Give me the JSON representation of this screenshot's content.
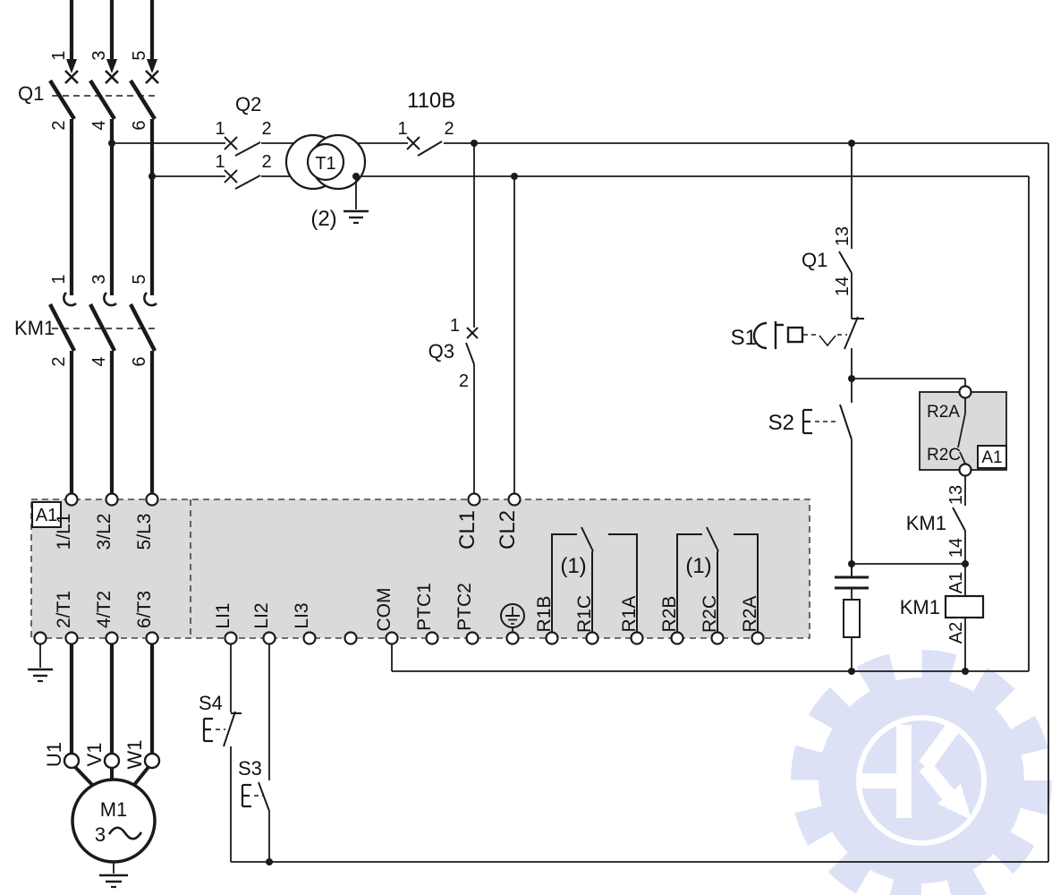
{
  "colors": {
    "line": "#1a1a1a",
    "block_fill": "#dadada",
    "watermark": "#bac5ee",
    "background": "#ffffff"
  },
  "q1": {
    "label": "Q1",
    "top": [
      "1",
      "3",
      "5"
    ],
    "bottom": [
      "2",
      "4",
      "6"
    ]
  },
  "km1": {
    "label": "KM1",
    "top": [
      "1",
      "3",
      "5"
    ],
    "bottom": [
      "2",
      "4",
      "6"
    ]
  },
  "q2": {
    "label": "Q2",
    "contacts": [
      {
        "in": "1",
        "out": "2"
      },
      {
        "in": "1",
        "out": "2"
      }
    ]
  },
  "t1": {
    "label": "T1",
    "ground_note": "(2)"
  },
  "v110": {
    "label": "110B",
    "in": "1",
    "out": "2"
  },
  "q3": {
    "label": "Q3",
    "in": "1",
    "out": "2"
  },
  "q1_aux": {
    "label": "Q1",
    "in": "13",
    "out": "14"
  },
  "s1": {
    "label": "S1"
  },
  "s2": {
    "label": "S2"
  },
  "s3": {
    "label": "S3"
  },
  "s4": {
    "label": "S4"
  },
  "relay_box": {
    "top": "R2A",
    "bottom": "R2C",
    "tag": "A1"
  },
  "km1_aux": {
    "label": "KM1",
    "in": "13",
    "out": "14"
  },
  "km1_coil": {
    "label": "KM1",
    "in": "A1",
    "out": "A2"
  },
  "starter": {
    "tag": "A1",
    "line_in": [
      "1/L1",
      "3/L2",
      "5/L3"
    ],
    "cl": [
      "CL1",
      "CL2"
    ],
    "motor_out": [
      "2/T1",
      "4/T2",
      "6/T3"
    ],
    "io": [
      "LI1",
      "LI2",
      "LI3",
      "COM",
      "PTC1",
      "PTC2"
    ],
    "relay1": [
      "R1B",
      "R1C",
      "R1A"
    ],
    "relay2": [
      "R2B",
      "R2C",
      "R2A"
    ],
    "note1": "(1)",
    "note2": "(1)"
  },
  "motor": {
    "label": "M1",
    "phase": "3",
    "terminals": [
      "U1",
      "V1",
      "W1"
    ]
  }
}
